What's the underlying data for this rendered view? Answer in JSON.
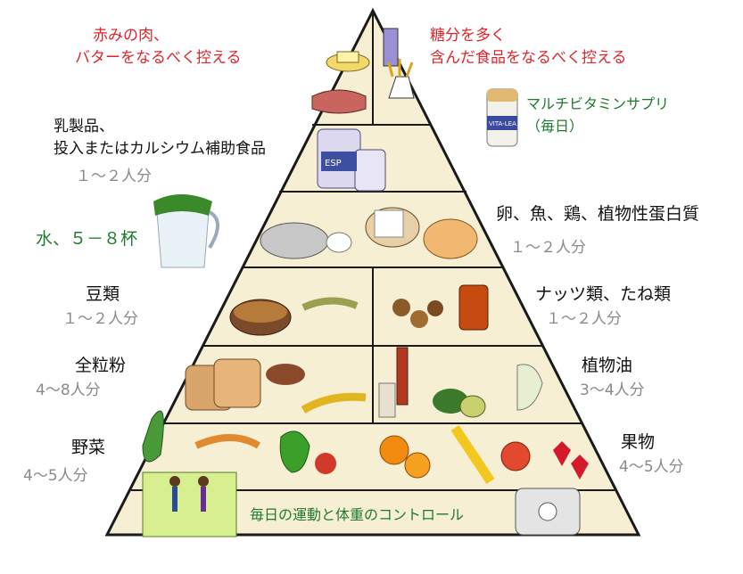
{
  "tiers": {
    "top_left": {
      "line1": "赤みの肉、",
      "line2": "バターをなるべく控える"
    },
    "top_right": {
      "line1": "糖分を多く",
      "line2": "含んだ食品をなるべく控える"
    },
    "supplement": {
      "line1": "マルチビタミンサプリ",
      "line2": "（毎日）",
      "bottle_label": "VITA-LEA"
    },
    "dairy": {
      "line1": "乳製品、",
      "line2": "投入またはカルシウム補助食品",
      "serving": "１～２人分",
      "can_label": "ESP"
    },
    "water": {
      "label": "水、５－８杯"
    },
    "protein": {
      "label": "卵、魚、鶏、植物性蛋白質",
      "serving": "１～２人分"
    },
    "beans": {
      "label": "豆類",
      "serving": "１～２人分"
    },
    "nuts": {
      "label": "ナッツ類、たね類",
      "serving": "１～２人分"
    },
    "grains": {
      "label": "全粒粉",
      "serving": "4～8人分"
    },
    "oil": {
      "label": "植物油",
      "serving": "3～4人分"
    },
    "vegetables": {
      "label": "野菜",
      "serving": "4～5人分"
    },
    "fruit": {
      "label": "果物",
      "serving": "4～5人分"
    },
    "base": {
      "label": "毎日の運動と体重のコントロール"
    }
  },
  "colors": {
    "pyramid_fill": "#f6efd3",
    "pyramid_stroke": "#1a1a1a",
    "red_text": "#e0242a",
    "green_text": "#1f7a2e",
    "gray_text": "#8a8a8a"
  }
}
